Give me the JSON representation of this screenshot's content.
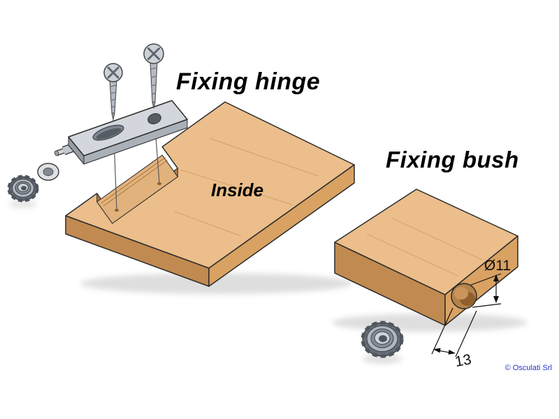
{
  "titles": {
    "hinge": "Fixing hinge",
    "bush": "Fixing bush"
  },
  "board_label": "Inside",
  "dimensions": {
    "diameter": "Ø11",
    "width": "13"
  },
  "copyright": "© Osculati Srl",
  "colors": {
    "wood_top": "#EBBE8B",
    "wood_side_left": "#C18A50",
    "wood_side_right": "#D9A263",
    "wood_recess_floor": "#E2B27C",
    "wood_recess_wall": "#B77F46",
    "wood_recess_end": "#A9753F",
    "hole_base": "#B5824A",
    "hole_deep": "#8F5F2E",
    "metal_light": "#D3D7DD",
    "metal_mid": "#AAB0B8",
    "metal_dark": "#969CA5",
    "outline": "#2B2B2B",
    "copyright_blue": "#2233CC"
  }
}
